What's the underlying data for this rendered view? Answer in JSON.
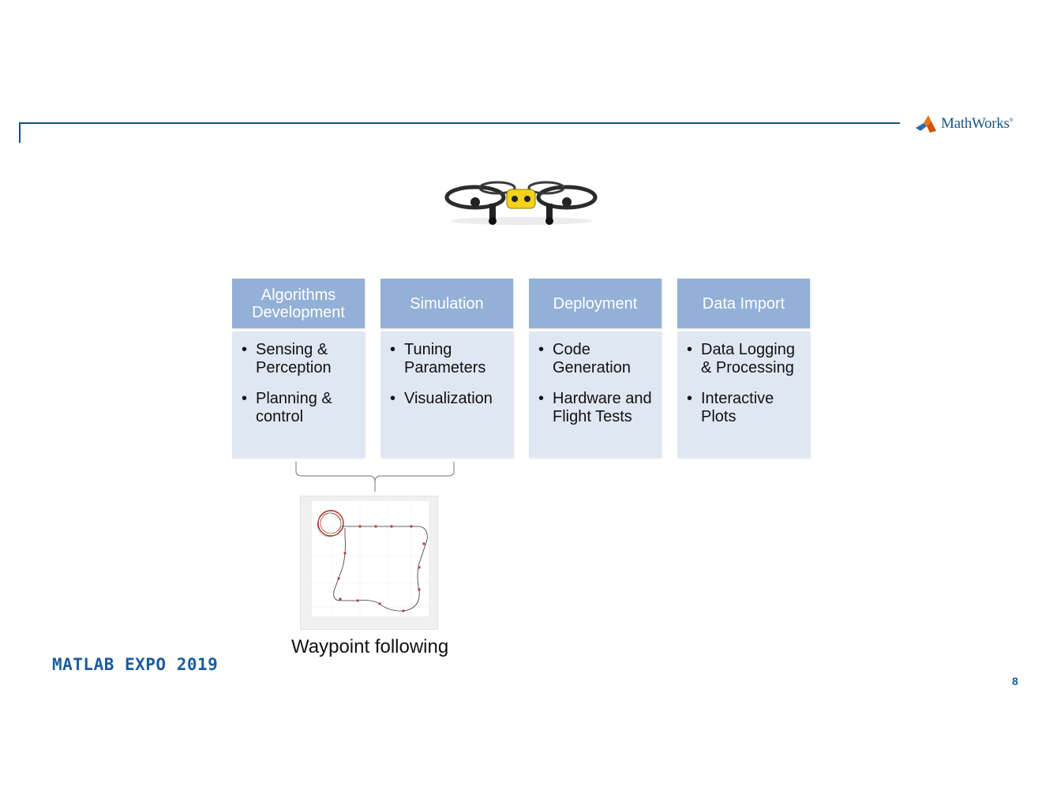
{
  "header": {
    "logo_text": "MathWorks",
    "logo_registered": "®",
    "rule_color": "#15507f"
  },
  "drone_image": {
    "icon": "drone-image",
    "body_color": "#f4d21a"
  },
  "columns": [
    {
      "title": "Algorithms Development",
      "bullets": [
        "Sensing & Perception",
        "Planning & control"
      ]
    },
    {
      "title": "Simulation",
      "bullets": [
        "Tuning Parameters",
        "Visualization"
      ]
    },
    {
      "title": "Deployment",
      "bullets": [
        "Code Generation",
        "Hardware and Flight Tests"
      ]
    },
    {
      "title": "Data Import",
      "bullets": [
        "Data Logging & Processing",
        "Interactive Plots"
      ]
    }
  ],
  "colors": {
    "header_fill": "#93b0d6",
    "body_fill": "#dfe7f2",
    "brand_blue": "#1b5c9c"
  },
  "plot": {
    "icon": "waypoint-plot-thumbnail"
  },
  "caption": "Waypoint following",
  "footer": {
    "event": "MATLAB EXPO 2019",
    "page_number": "8"
  }
}
